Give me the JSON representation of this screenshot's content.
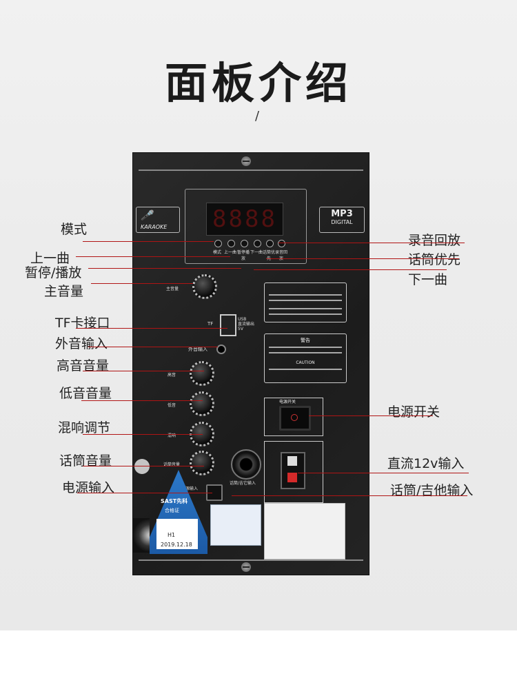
{
  "heading": {
    "title": "面板介绍",
    "slash": "/"
  },
  "panel": {
    "lcd_text": "8888",
    "logo_left": "KARAOKE",
    "logo_right_top": "MP3",
    "logo_right_bottom": "DIGITAL",
    "buttons": [
      "模式",
      "上一曲",
      "暂停播放",
      "下一曲",
      "话筒优先",
      "录音回放"
    ],
    "master_volume_label": "主音量",
    "tf_label": "TF",
    "usb_label_1": "USB",
    "usb_label_2": "直流输出",
    "usb_label_3": "5V",
    "ext_input_label": "外音输入",
    "treble_label": "高音",
    "bass_label": "低音",
    "echo_label": "混响",
    "mic_volume_label": "话筒音量",
    "warning_title": "警告",
    "caution_text": "CAUTION",
    "power_switch_label": "电源开关",
    "mic_jack_label": "话筒/吉它输入",
    "power_input_label": "电源输入",
    "qc_brand": "SAST先科",
    "qc_title": "合格证",
    "qc_batch": "H1",
    "qc_date": "2019.12.18"
  },
  "callouts_left": [
    "模式",
    "上一曲",
    "暂停/播放",
    "主音量",
    "TF卡接口",
    "外音输入",
    "高音音量",
    "低音音量",
    "混响调节",
    "话筒音量",
    "电源输入"
  ],
  "callouts_right": [
    "录音回放",
    "话筒优先",
    "下一曲",
    "电源开关",
    "直流12v输入",
    "话筒/吉他输入"
  ],
  "colors": {
    "leader_line": "#b01414",
    "panel": "#222222",
    "qc_blue": "#2c78c8"
  }
}
